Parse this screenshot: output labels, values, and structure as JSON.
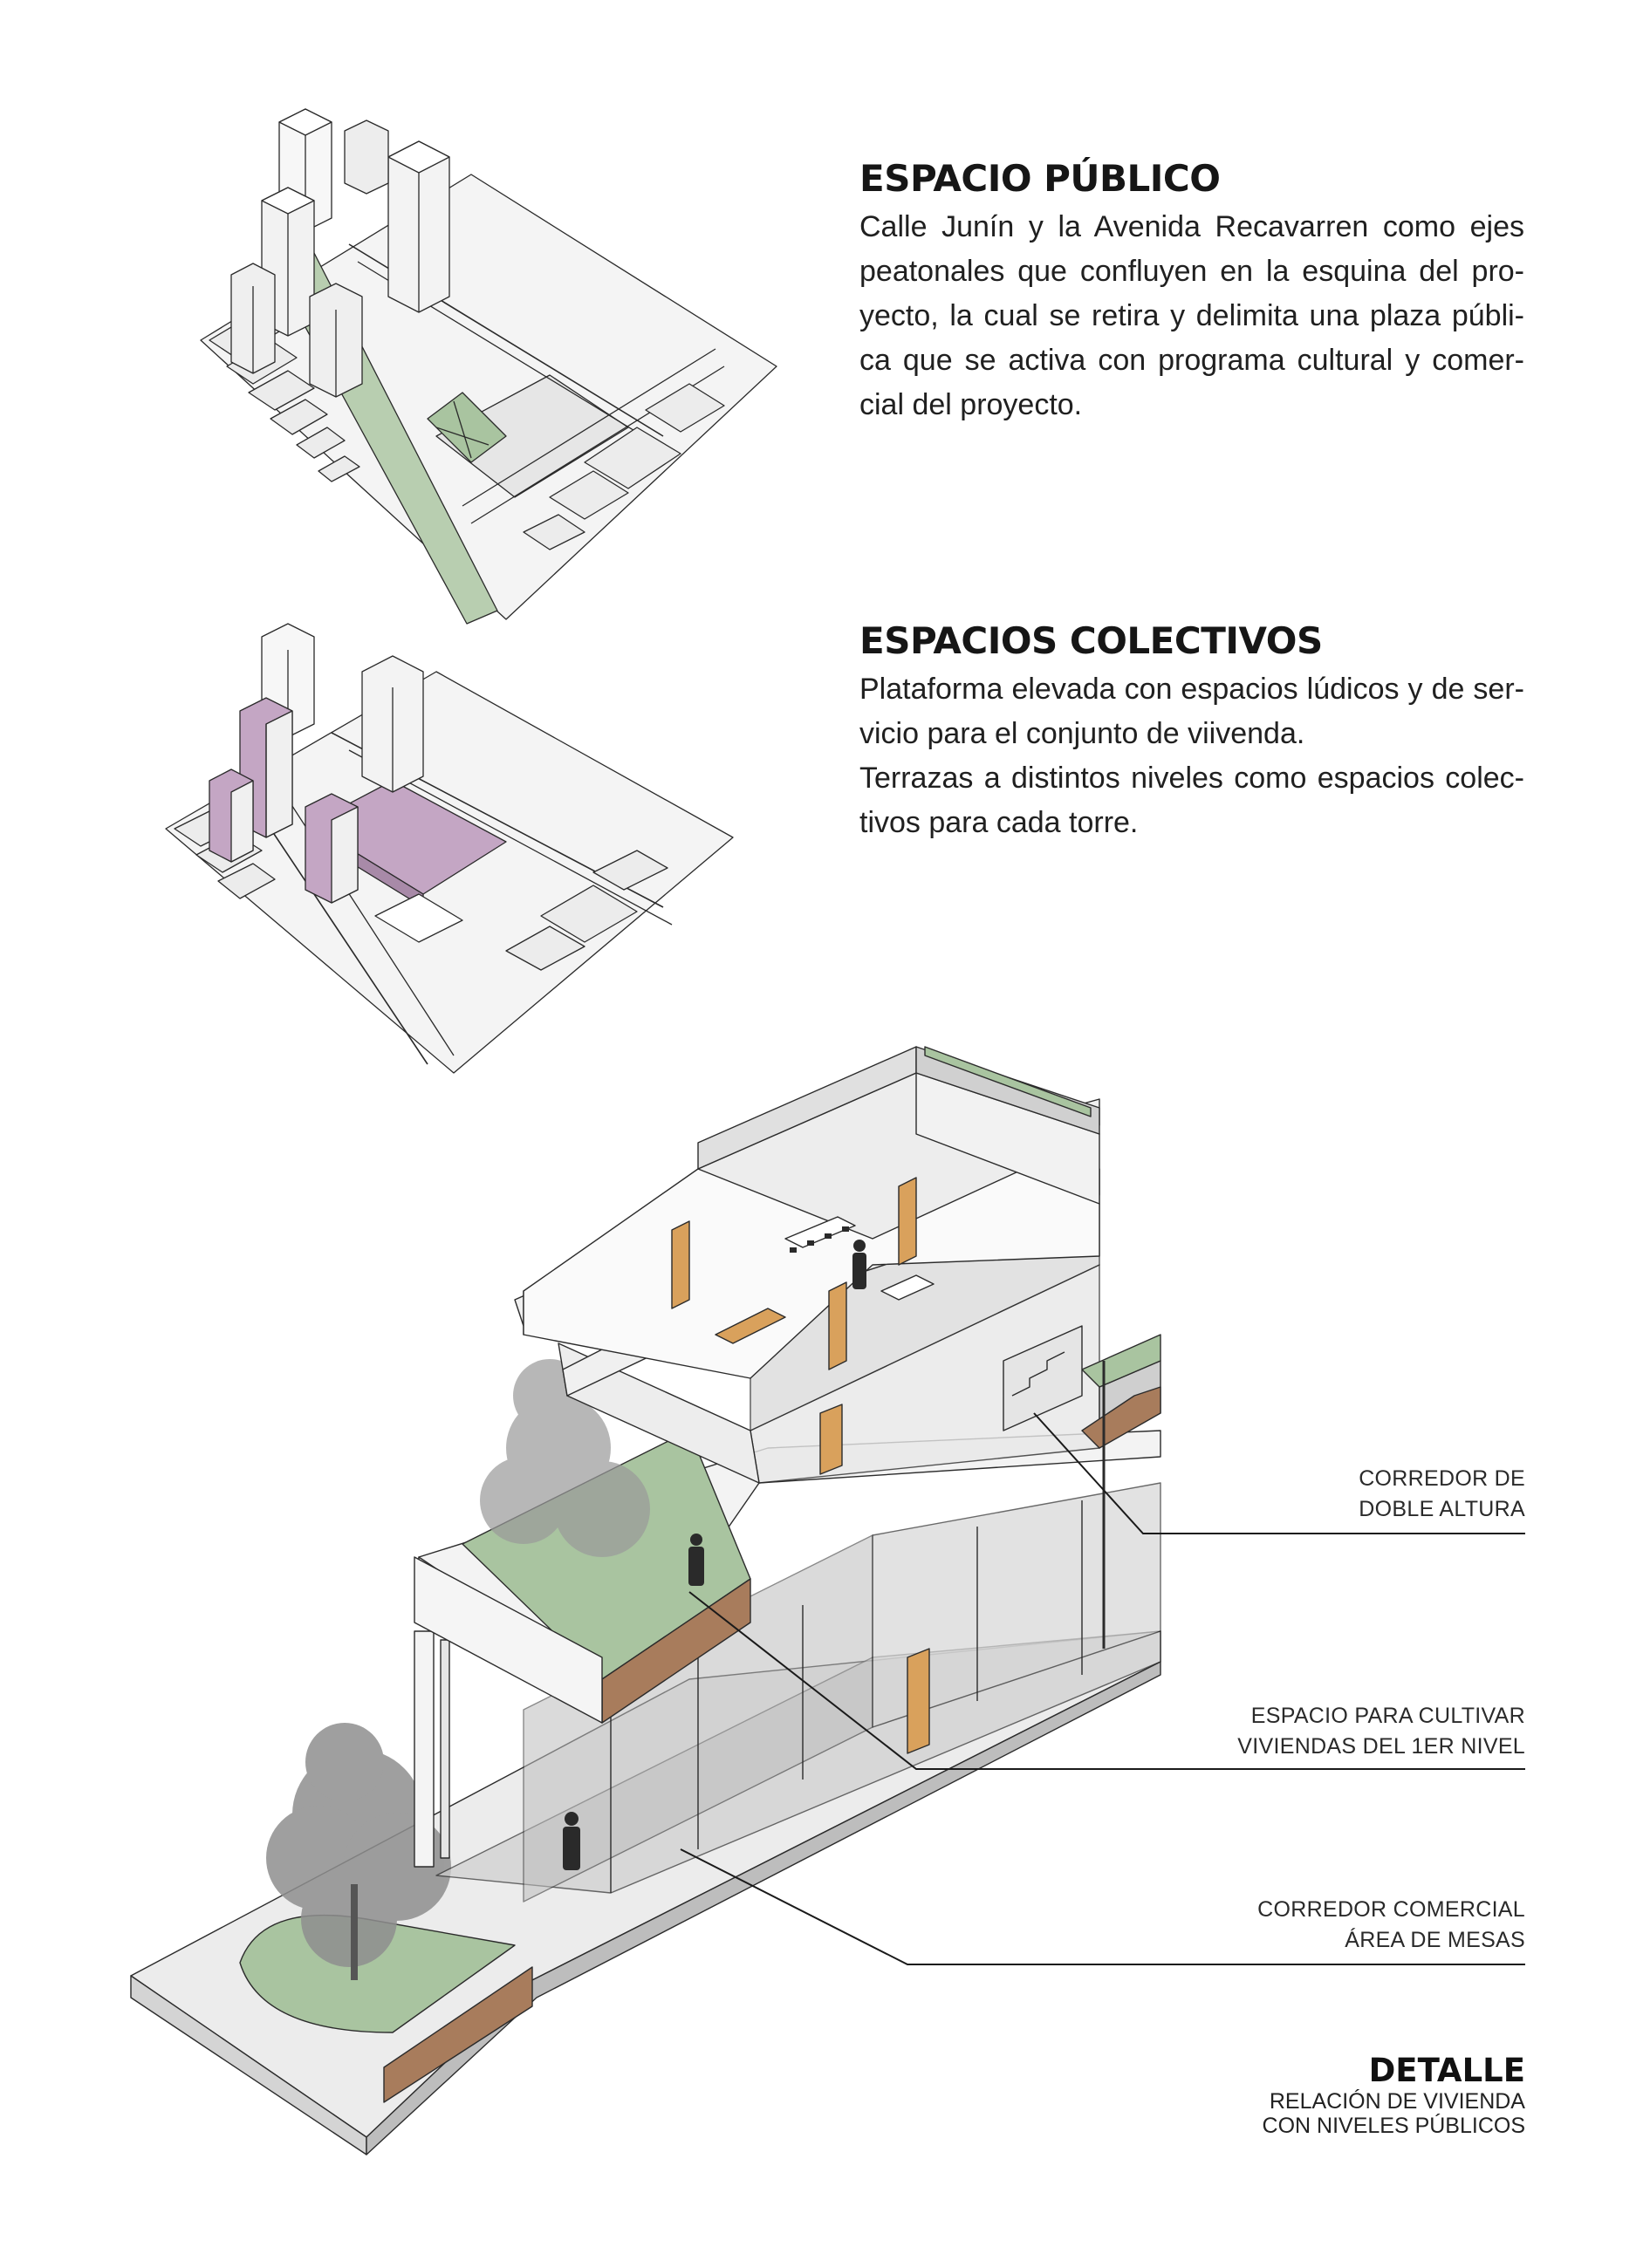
{
  "sections": [
    {
      "heading": "ESPACIO PÚBLICO",
      "lines": [
        "Calle Junín y la Avenida Recavarren como ejes",
        "peatonales que confluyen en la esquina del pro-",
        "yecto, la cual se retira y delimita una plaza públi-",
        "ca que se activa con programa cultural y comer-",
        "cial del proyecto."
      ],
      "accent_color": "#a9c4a0"
    },
    {
      "heading": "ESPACIOS COLECTIVOS",
      "lines": [
        "Plataforma elevada con espacios lúdicos y de ser-",
        "vicio para el conjunto de viivenda.",
        "Terrazas a distintos niveles  como espacios colec-",
        "tivos para cada torre."
      ],
      "accent_color": "#c4a6c4"
    }
  ],
  "annotations": [
    {
      "line1": "CORREDOR DE",
      "line2": "DOBLE ALTURA"
    },
    {
      "line1": "ESPACIO PARA CULTIVAR",
      "line2": "VIVIENDAS DEL 1ER NIVEL"
    },
    {
      "line1": "CORREDOR COMERCIAL",
      "line2": "ÁREA DE MESAS"
    }
  ],
  "detail": {
    "title": "DETALLE",
    "subtitle_line1": "RELACIÓN DE VIVIENDA",
    "subtitle_line2": "CON NIVELES PÚBLICOS"
  },
  "colors": {
    "green_space": "#a9c4a0",
    "purple_platform": "#c4a6c4",
    "soil": "#a87c5c",
    "wood": "#d9a15c"
  }
}
